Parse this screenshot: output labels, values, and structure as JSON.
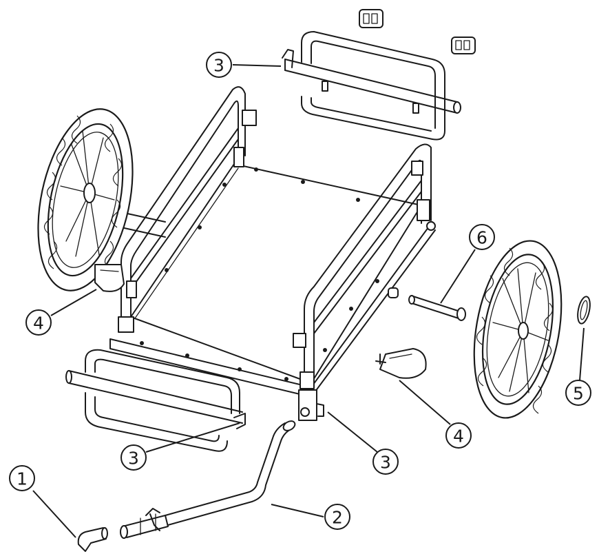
{
  "diagram": {
    "callouts": [
      {
        "id": "c1",
        "label": "1"
      },
      {
        "id": "c2",
        "label": "2"
      },
      {
        "id": "c3a",
        "label": "3"
      },
      {
        "id": "c3b",
        "label": "3"
      },
      {
        "id": "c3c",
        "label": "3"
      },
      {
        "id": "c4a",
        "label": "4"
      },
      {
        "id": "c4b",
        "label": "4"
      },
      {
        "id": "c5",
        "label": "5"
      },
      {
        "id": "c6",
        "label": "6"
      }
    ]
  }
}
